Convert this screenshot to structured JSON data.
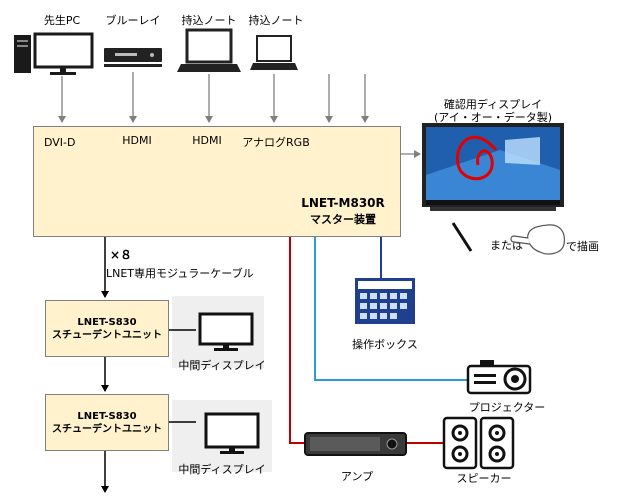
{
  "sources": [
    {
      "label": "先生PC",
      "icon": "desktop-pc-icon"
    },
    {
      "label": "ブルーレイ",
      "icon": "bluray-player-icon"
    },
    {
      "label": "持込ノート",
      "icon": "laptop-icon"
    },
    {
      "label": "持込ノート",
      "icon": "laptop-icon"
    }
  ],
  "master": {
    "ports": [
      "DVI-D",
      "HDMI",
      "HDMI",
      "アナログRGB"
    ],
    "model": "LNET-M830R",
    "name": "マスター装置"
  },
  "display": {
    "title_line1": "確認用ディスプレイ",
    "title_line2": "(アイ・オー・データ製)",
    "or_label": "または",
    "draw_label": "で描画"
  },
  "cable": {
    "multiplier": "×８",
    "label": "LNET専用モジュラーケーブル"
  },
  "students": [
    {
      "model": "LNET-S830",
      "name": "スチューデントユニット",
      "monitor_label": "中間ディスプレイ"
    },
    {
      "model": "LNET-S830",
      "name": "スチューデントユニット",
      "monitor_label": "中間ディスプレイ"
    }
  ],
  "control_box": {
    "label": "操作ボックス"
  },
  "projector": {
    "label": "プロジェクター"
  },
  "amp": {
    "label": "アンプ"
  },
  "speaker": {
    "label": "スピーカー"
  },
  "colors": {
    "box_fill": "#fff2cc",
    "arrow_gray": "#7f7f7f",
    "audio_line": "#c00000",
    "projector_line": "#2e9bd6",
    "control_line": "#1f3f8f"
  }
}
